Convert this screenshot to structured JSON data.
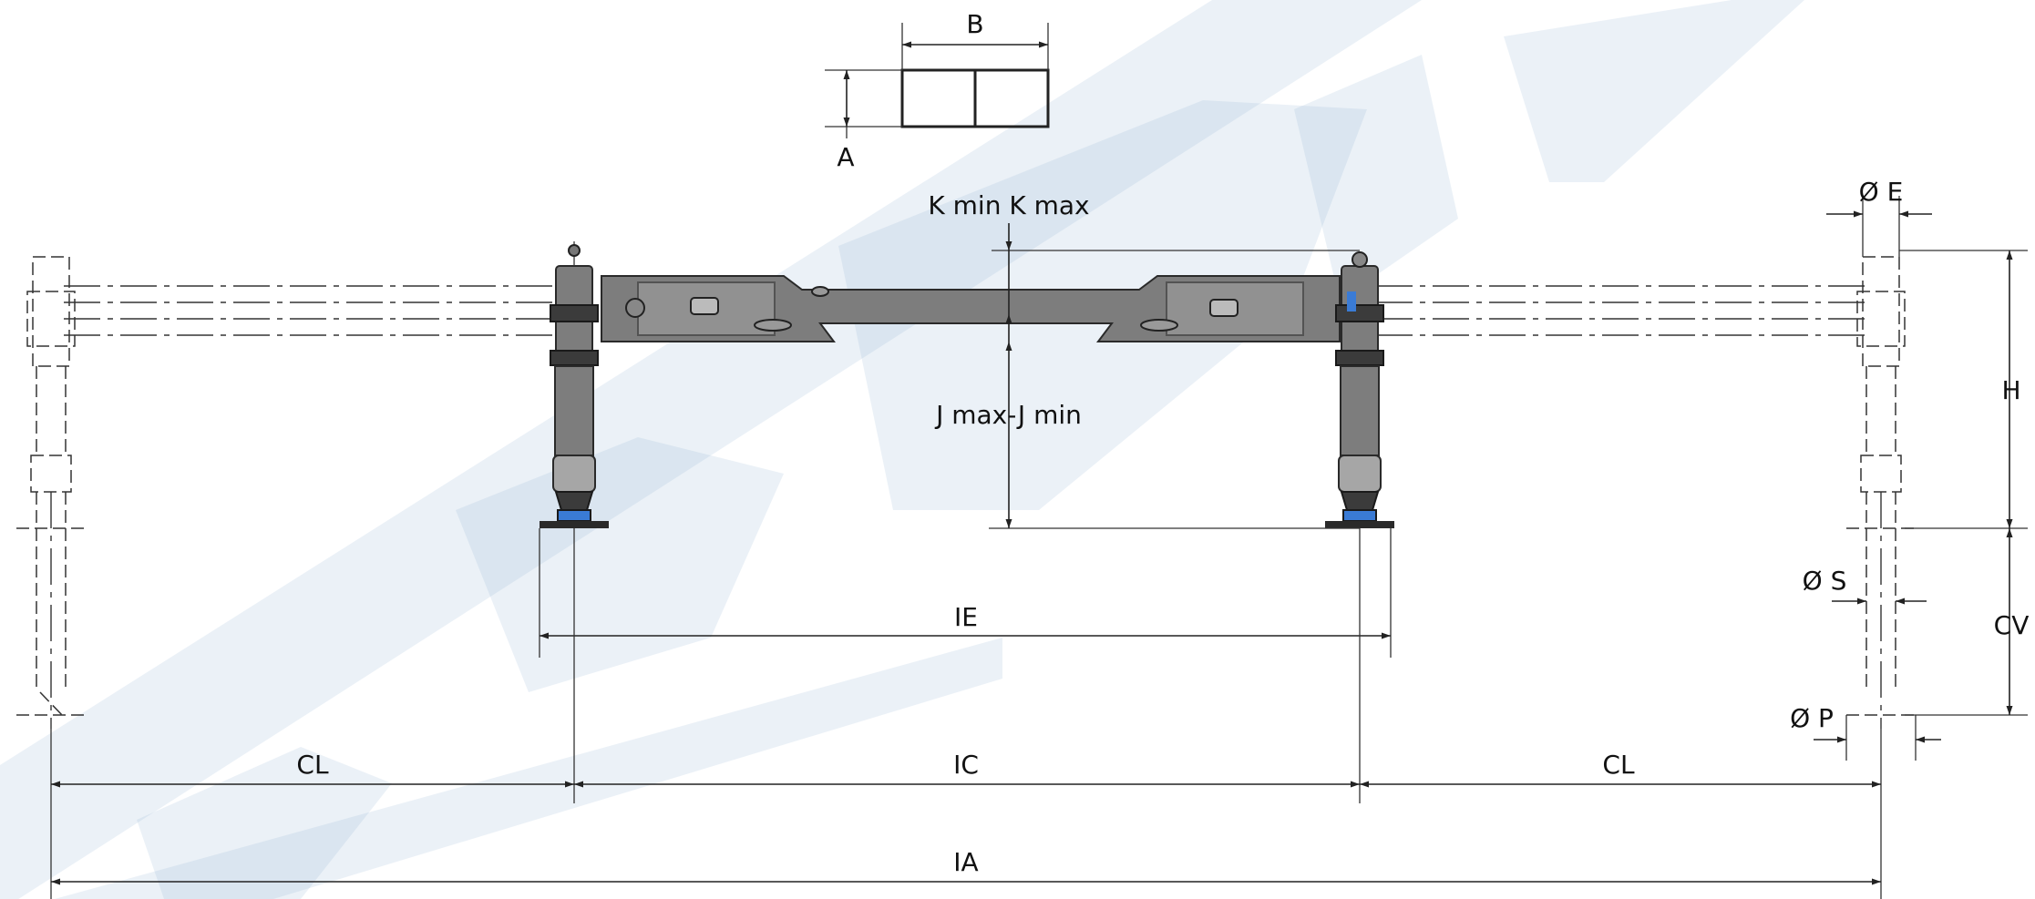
{
  "labels": {
    "a": "A",
    "b": "B",
    "k": "K min K max",
    "j": "J max-J min",
    "oe": "Ø E",
    "h": "H",
    "os": "Ø S",
    "cv": "CV",
    "op": "Ø P",
    "ie": "IE",
    "cl_left": "CL",
    "ic": "IC",
    "cl_right": "CL",
    "ia": "IA"
  },
  "colors": {
    "line": "#222222",
    "beam": "#7d7d7d",
    "accent": "#3a7bd5",
    "watermark": "#8fb0d4"
  },
  "icons": {
    "arrowhead": "arrow-icon"
  }
}
